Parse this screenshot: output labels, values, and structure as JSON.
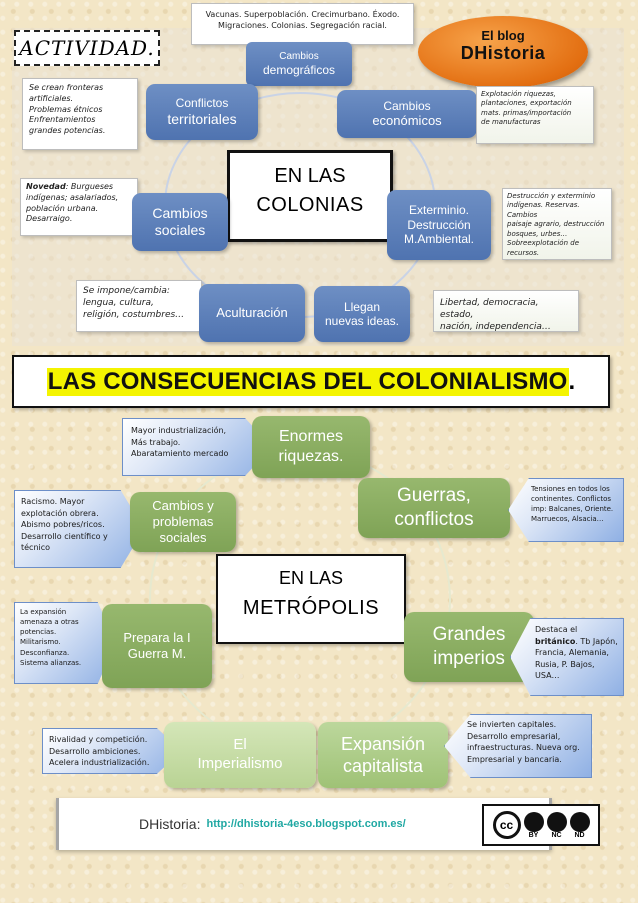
{
  "activity_label": "ACTIVIDAD.",
  "blog": {
    "line1": "El blog",
    "line2": "DHistoria"
  },
  "colonias": {
    "center_line1": "EN LAS",
    "center_line2": "COLONIAS",
    "top_callout": {
      "line1": "Vacunas. Superpoblación. Crecimurbano. Éxodo.",
      "line2": "Migraciones. Colonias. Segregación racial."
    },
    "nodes": {
      "demograficos": {
        "line1": "Cambios",
        "line2": "demográficos"
      },
      "territoriales": {
        "line1": "Conflictos",
        "line2": "territoriales"
      },
      "economicos": {
        "line1": "Cambios",
        "line2": "económicos"
      },
      "sociales": {
        "line1": "Cambios",
        "line2": "sociales"
      },
      "exterminio": {
        "line1": "Exterminio.",
        "line2": "Destrucción",
        "line3": "M.Ambiental."
      },
      "aculturacion": {
        "line1": "Aculturación"
      },
      "ideas": {
        "line1": "Llegan",
        "line2": "nuevas ideas."
      }
    },
    "callouts": {
      "territoriales": [
        "Se crean fronteras",
        "artificiales.",
        "Problemas étnicos",
        "Enfrentamientos",
        "grandes potencias."
      ],
      "economicos": [
        "Explotación riquezas,",
        "plantaciones, exportación",
        "mats. primas/importación",
        "de manufacturas"
      ],
      "sociales_bold": "Novedad",
      "sociales_rest": ": Burgueses",
      "sociales": [
        "indígenas; asalariados,",
        "población urbana.",
        "Desarraigo."
      ],
      "exterminio": [
        "Destrucción y exterminio",
        "indígenas. Reservas. Cambios",
        "paisaje agrario, destrucción",
        "bosques, urbes…",
        "Sobreexplotación de recursos."
      ],
      "aculturacion": [
        "Se impone/cambia:",
        "lengua, cultura,",
        "religión, costumbres…"
      ],
      "ideas": [
        "Libertad, democracia, estado,",
        "nación, independencia…"
      ]
    }
  },
  "title": {
    "main": "LAS CONSECUENCIAS DEL COLONIALISMO",
    "dot": "."
  },
  "metropolis": {
    "center_line1": "EN LAS",
    "center_line2": "METRÓPOLIS",
    "nodes": {
      "riquezas": {
        "line1": "Enormes",
        "line2": "riquezas."
      },
      "guerras": {
        "line1": "Guerras,",
        "line2": "conflictos"
      },
      "cambios": {
        "line1": "Cambios y",
        "line2": "problemas",
        "line3": "sociales"
      },
      "prepara": {
        "line1": "Prepara la I",
        "line2": "Guerra M."
      },
      "imperios": {
        "line1": "Grandes",
        "line2": "imperios"
      },
      "imperialismo": {
        "line1": "El",
        "line2": "Imperialismo"
      },
      "expansion": {
        "line1": "Expansión",
        "line2": "capitalista"
      }
    },
    "callouts": {
      "riquezas": [
        "Mayor industrialización,",
        "Más trabajo.",
        "Abaratamiento mercado"
      ],
      "guerras": [
        "Tensiones en todos los",
        "continentes. Conflictos",
        "imp: Balcanes, Oriente.",
        "Marruecos, Alsacia…"
      ],
      "cambios": [
        "Racismo.  Mayor",
        "explotación obrera.",
        "Abismo pobres/ricos.",
        "Desarrollo científico y",
        "técnico"
      ],
      "prepara": [
        "La expansión",
        "amenaza a otras",
        "potencias.",
        "Militarismo.",
        "Desconfianza.",
        "Sistema alianzas."
      ],
      "imperios_first": "Destaca el",
      "imperios_bold": "británico",
      "imperios": [
        ". Tb Japón,",
        "Francia, Alemania,",
        "Rusia, P. Bajos,",
        "USA…"
      ],
      "imperialismo": [
        "Rivalidad y competición.",
        "Desarrollo ambiciones.",
        "Acelera industrialización."
      ],
      "expansion": [
        "Se invierten capitales.",
        "Desarrollo empresarial,",
        "infraestructuras. Nueva org.",
        "Empresarial y bancaria."
      ]
    }
  },
  "footer": {
    "label": "DHistoria:",
    "url": "http://dhistoria-4eso.blogspot.com.es/",
    "license": {
      "cc": "cc",
      "by": "BY",
      "nc": "NC",
      "nd": "ND"
    }
  }
}
